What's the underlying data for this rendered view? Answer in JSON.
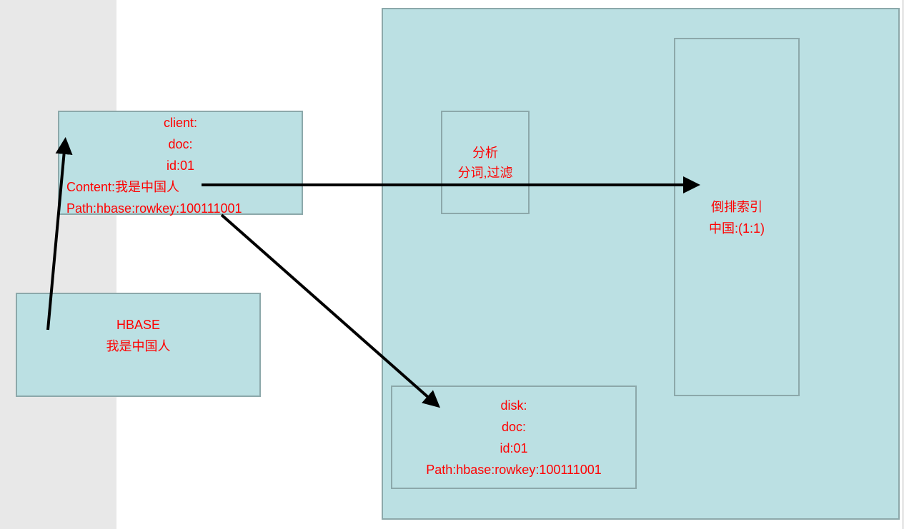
{
  "client": {
    "lines": [
      "client:",
      "doc:",
      "id:01"
    ],
    "content": "Content:我是中国人",
    "path": "Path:hbase:rowkey:100111001"
  },
  "hbase": {
    "title": "HBASE",
    "text": "我是中国人"
  },
  "analysis": {
    "title": "分析",
    "text": "分词,过滤"
  },
  "index": {
    "title": "倒排索引",
    "text": "中国:(1:1)"
  },
  "disk": {
    "lines": [
      "disk:",
      "doc:",
      "id:01",
      "Path:hbase:rowkey:100111001"
    ]
  },
  "colors": {
    "box_fill": "#bbe0e3",
    "box_border": "#8ca8aa",
    "text": "#ff0000",
    "arrow": "#000000"
  }
}
